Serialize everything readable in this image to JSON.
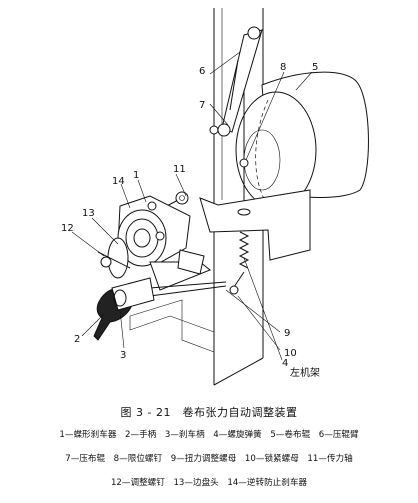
{
  "diagram": {
    "labels": [
      "1",
      "2",
      "3",
      "4",
      "5",
      "6",
      "7",
      "8",
      "9",
      "10",
      "11",
      "12",
      "13",
      "14"
    ],
    "frame_label": "左机架"
  },
  "caption": {
    "title": "图 3 - 21　卷布张力自动调整装置",
    "line1": "1—蝶形刹车器　2—手柄　3—刹车柄　4—螺旋弹簧　5—卷布辊　6—压辊臂",
    "line2": "7—压布辊　8—限位螺钉　9—扭力调整螺母　10—锁紧螺母　11—传力轴",
    "line3": "12—调整螺钉　13—边盘头　14—逆转防止刹车器"
  }
}
